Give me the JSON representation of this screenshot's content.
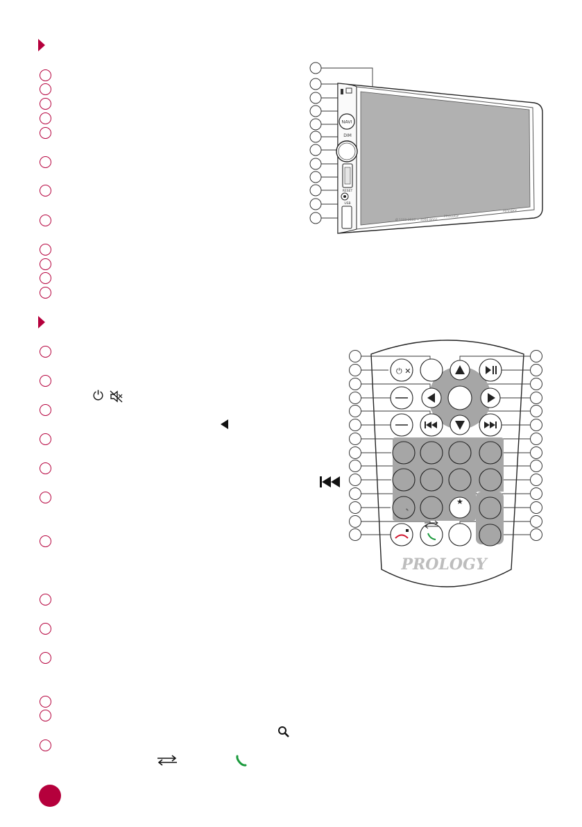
{
  "brand": {
    "accent": "#b5003c",
    "remote_dark": "#999999",
    "remote_pad": "#a6a6a6"
  },
  "head_unit": {
    "nav_button_label": "NAVI",
    "dim_button_label": "DIM",
    "reset_label": "RESET",
    "usb_label": "USB",
    "panel_text_left": "Ø 1000 2500 ~ 4000-8000",
    "panel_text_mid": "PROLOGY",
    "panel_text_right": "MPV-8XX"
  },
  "remote": {
    "logo": "PROLOGY",
    "icons": [
      "power-mute-icon",
      "up-arrow-icon",
      "play-pause-icon",
      "left-arrow-icon",
      "right-arrow-icon",
      "prev-track-icon",
      "down-arrow-icon",
      "next-track-icon",
      "star-icon",
      "repeat-icon",
      "hangup-icon",
      "call-icon",
      "search-icon"
    ]
  },
  "inline_icons": {
    "power": "⏻",
    "mute": "🔇",
    "left": "◀",
    "prev": "⏮",
    "search": "🔍",
    "swap": "⇄",
    "call": "✆"
  }
}
